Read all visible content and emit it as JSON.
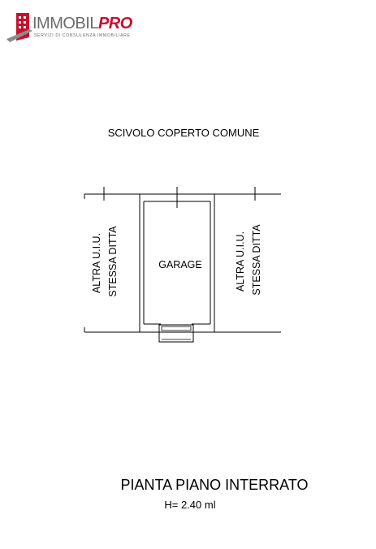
{
  "logo": {
    "name_part1": "IMMOBIL",
    "name_part2": "PRO",
    "tagline": "SERVIZI DI CONSULENZA IMMOBILIARE",
    "colors": {
      "red": "#c8102e",
      "gray": "#6b6b6b"
    }
  },
  "plan": {
    "top_label": "SCIVOLO COPERTO COMUNE",
    "center_label": "GARAGE",
    "left_label": {
      "line1": "ALTRA U.I.U.",
      "line2": "STESSA DITTA"
    },
    "right_label": {
      "line1": "ALTRA U.I.U.",
      "line2": "STESSA DITTA"
    }
  },
  "footer": {
    "title": "PIANTA PIANO INTERRATO",
    "height_note": "H= 2.40 ml"
  }
}
